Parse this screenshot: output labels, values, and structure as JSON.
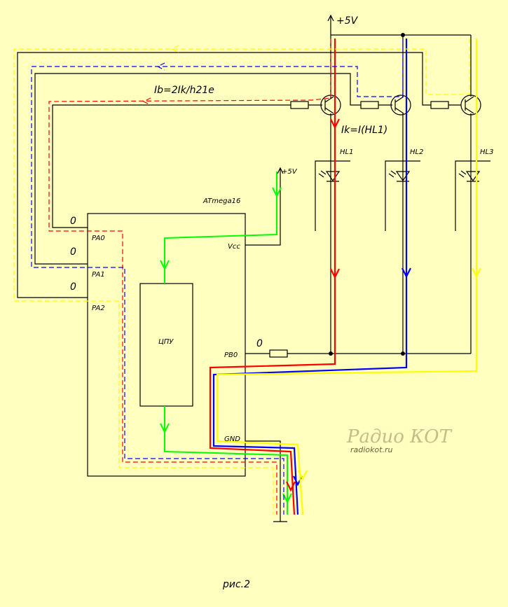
{
  "supply": {
    "vcc_top": "+5V",
    "vcc_mcu": "+5V"
  },
  "mcu": {
    "name": "ATmega16",
    "core": "ЦПУ",
    "pins": {
      "pa0": "PA0",
      "pa1": "PA1",
      "pa2": "PA2",
      "vcc": "Vcc",
      "pb0": "PB0",
      "gnd": "GND"
    }
  },
  "levels": {
    "pa0": "0",
    "pa1": "0",
    "pa2": "0",
    "pb0": "0"
  },
  "formulas": {
    "base": "Ib=2Ik/h21e",
    "collector": "Ik=I(HL1)"
  },
  "leds": [
    "HL1",
    "HL2",
    "HL3"
  ],
  "watermark": {
    "logo": "Радио КОТ",
    "site": "radiokot.ru"
  },
  "caption": "рис.2",
  "colors": {
    "background": "#ffffc0",
    "wire": "#000000",
    "red": "#ff0000",
    "blue": "#0000ff",
    "yellow": "#ffff00",
    "green": "#00ff00"
  }
}
